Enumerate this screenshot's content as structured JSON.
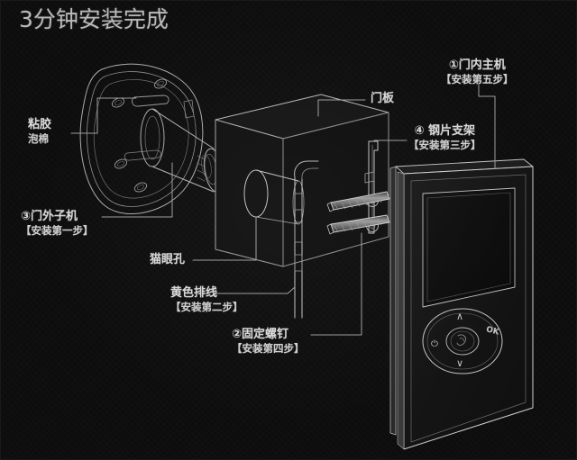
{
  "page": {
    "title": "3分钟安装完成",
    "background_color": "#0d0d0d",
    "line_color": "#c9c9c9",
    "text_color": "#d8d8d8"
  },
  "labels": {
    "adhesive_foam": {
      "name": "粘胶",
      "name2": "泡棉"
    },
    "outdoor_unit": {
      "name": "③门外子机",
      "step": "【安装第一步】"
    },
    "peephole": {
      "name": "猫眼孔"
    },
    "yellow_ribbon": {
      "name": "黄色排线",
      "step": "【安装第二步】"
    },
    "fixing_screws": {
      "name": "②固定螺钉",
      "step": "【安装第四步】"
    },
    "door_panel": {
      "name": "门板"
    },
    "indoor_unit": {
      "name": "①门内主机",
      "step": "【安装第五步】"
    },
    "steel_bracket": {
      "name": "④ 钢片支架",
      "step": "【安装第三步】"
    }
  },
  "device": {
    "keypad": {
      "up": "∧",
      "down": "∨",
      "ok": "OK",
      "power": "⏻",
      "center": "doorbell-icon"
    }
  }
}
